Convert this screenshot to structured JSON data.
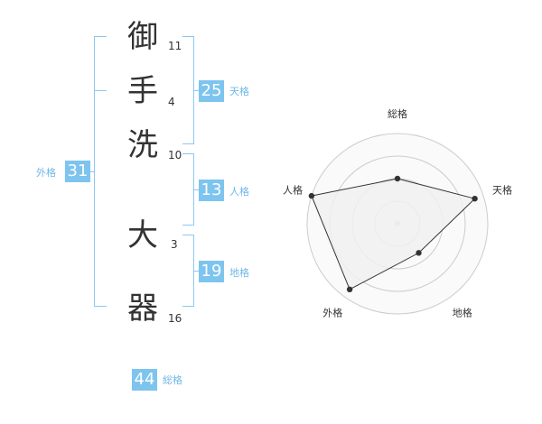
{
  "name": {
    "chars": [
      {
        "char": "御",
        "strokes": "11"
      },
      {
        "char": "手",
        "strokes": "4"
      },
      {
        "char": "洗",
        "strokes": "10"
      },
      {
        "char": "大",
        "strokes": "3"
      },
      {
        "char": "器",
        "strokes": "16"
      }
    ]
  },
  "fortune": {
    "tenkaku": {
      "value": "25",
      "label": "天格"
    },
    "jinkaku": {
      "value": "13",
      "label": "人格"
    },
    "chikaku": {
      "value": "19",
      "label": "地格"
    },
    "gaikaku": {
      "value": "31",
      "label": "外格"
    },
    "soukaku": {
      "value": "44",
      "label": "総格"
    }
  },
  "chart_data": {
    "type": "radar",
    "axes": [
      "総格",
      "天格",
      "地格",
      "外格",
      "人格"
    ],
    "values": [
      0.5,
      0.9,
      0.4,
      0.9,
      1.0
    ],
    "rings": 4,
    "max": 1,
    "fill_color": "#f0f0f0",
    "line_color": "#333333",
    "ring_color": "#cccccc",
    "accent_color": "#7dc4ef"
  }
}
